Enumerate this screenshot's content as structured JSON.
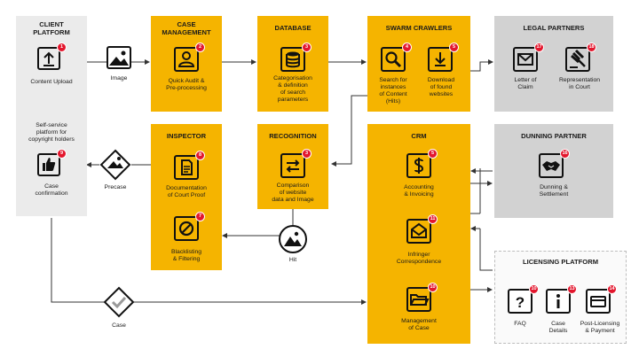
{
  "client": {
    "title": "CLIENT\nPLATFORM",
    "upload": {
      "label": "Content Upload",
      "badge": "1"
    },
    "desc": "Self-service\nplatform for\ncopyright holders",
    "confirm": {
      "label": "Case\nconfirmation",
      "badge": "9"
    }
  },
  "case_mgmt": {
    "title": "CASE\nMANAGEMENT",
    "label": "Quick Audit &\nPre-processing",
    "badge": "2"
  },
  "database": {
    "title": "DATABASE",
    "label": "Categorisation\n& definition\nof search\nparameters",
    "badge": "3"
  },
  "swarm": {
    "title": "SWARM CRAWLERS",
    "search": {
      "label": "Search for\ninstances\nof Content\n(Hits)",
      "badge": "4"
    },
    "download": {
      "label": "Download\nof found\nwebsites",
      "badge": "5"
    }
  },
  "legal": {
    "title": "LEGAL PARTNERS",
    "letter": {
      "label": "Letter of\nClaim",
      "badge": "17"
    },
    "court": {
      "label": "Representation\nin Court",
      "badge": "18"
    }
  },
  "inspector": {
    "title": "INSPECTOR",
    "doc": {
      "label": "Documentation\nof Court Proof",
      "badge": "8"
    },
    "black": {
      "label": "Blacklisting\n& Filtering",
      "badge": "7"
    }
  },
  "recognition": {
    "title": "RECOGNITION",
    "label": "Comparison\nof website\ndata and Image",
    "badge": "3"
  },
  "crm": {
    "title": "CRM",
    "accounting": {
      "label": "Accounting\n& Invoicing",
      "badge": "5"
    },
    "infringer": {
      "label": "Infringer\nCorrespondence",
      "badge": "11"
    },
    "management": {
      "label": "Management\nof Case",
      "badge": "10"
    }
  },
  "dunning": {
    "title": "DUNNING PARTNER",
    "label": "Dunning &\nSettlement",
    "badge": "16"
  },
  "licensing": {
    "title": "LICENSING PLATFORM",
    "faq": {
      "label": "FAQ",
      "badge": "10"
    },
    "details": {
      "label": "Case\nDetails",
      "badge": "13"
    },
    "post": {
      "label": "Post-Licensing\n& Payment",
      "badge": "14"
    }
  },
  "flow": {
    "image": "Image",
    "precase": "Precase",
    "hit": "Hit",
    "case": "Case"
  },
  "colors": {
    "yellow": "#f5b400",
    "gray": "#d2d2d2",
    "light_gray": "#ebebeb",
    "badge_red": "#e3162d",
    "ink": "#1a1a1a"
  }
}
